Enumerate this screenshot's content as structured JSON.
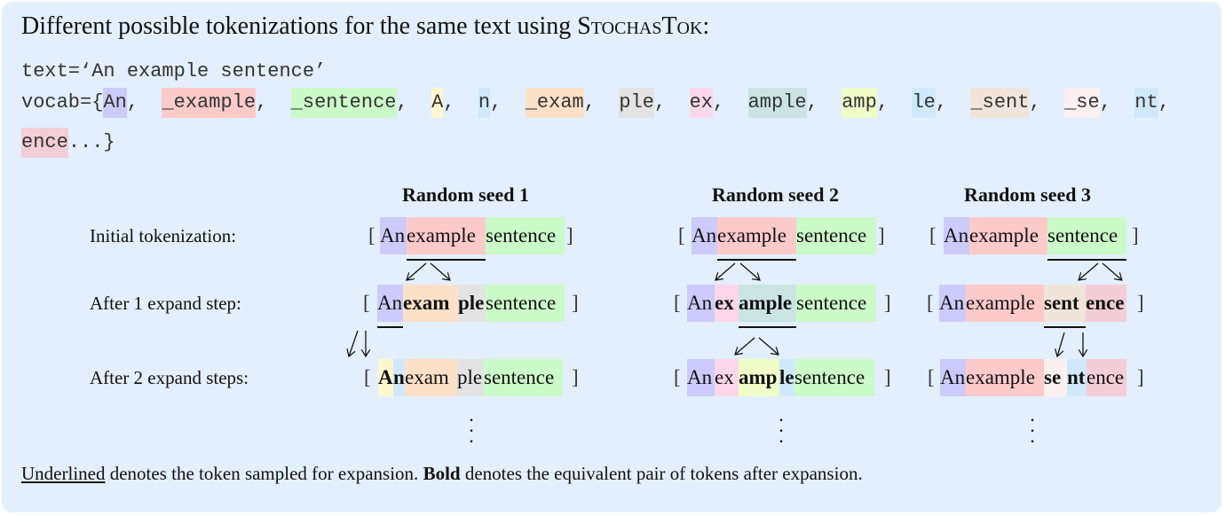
{
  "title": {
    "prefix": "Different possible tokenizations for the same text using ",
    "method": "StochasTok",
    "suffix": ":"
  },
  "code": {
    "text_line": "text=‘An example sentence’",
    "vocab_prefix": "vocab={",
    "vocab_suffix": "...}",
    "vocab": [
      {
        "token": "An",
        "color": "#cccbfb"
      },
      {
        "token": "_example",
        "color": "#fdcaca"
      },
      {
        "token": "_sentence",
        "color": "#cbfbc8"
      },
      {
        "token": "A",
        "color": "#fdf7cf"
      },
      {
        "token": "n",
        "color": "#cfe9fb"
      },
      {
        "token": "_exam",
        "color": "#fde0c8"
      },
      {
        "token": "ple",
        "color": "#e3e3e3"
      },
      {
        "token": "ex",
        "color": "#fcd7ea"
      },
      {
        "token": "ample",
        "color": "#cae3e3"
      },
      {
        "token": "amp",
        "color": "#effcc8"
      },
      {
        "token": "le",
        "color": "#cfe9fb"
      },
      {
        "token": "_sent",
        "color": "#f1e5db"
      },
      {
        "token": "_se",
        "color": "#fdf0f0"
      },
      {
        "token": "nt",
        "color": "#cfe9fb"
      },
      {
        "token": "ence",
        "color": "#f3cdd8"
      }
    ]
  },
  "row_labels": [
    "Initial tokenization:",
    "After 1 expand step:",
    "After 2 expand steps:"
  ],
  "seeds": [
    {
      "label": "Random seed 1",
      "rows": [
        {
          "tokens": [
            {
              "text": "An",
              "color": "#cccbfb"
            },
            {
              "text": "example",
              "color": "#fdcaca",
              "underlined": true
            },
            {
              "text": "sentence",
              "color": "#cbfbc8"
            }
          ]
        },
        {
          "tokens": [
            {
              "text": "An",
              "color": "#cccbfb",
              "underlined": true
            },
            {
              "text": "exam",
              "color": "#fde0c8",
              "bold": true
            },
            {
              "text": "ple",
              "color": "#e3e3e3",
              "bold": true
            },
            {
              "text": "sentence",
              "color": "#cbfbc8"
            }
          ]
        },
        {
          "tokens": [
            {
              "text": "A",
              "color": "#fdf7cf",
              "bold": true
            },
            {
              "text": "n",
              "color": "#cfe9fb",
              "bold": true
            },
            {
              "text": "exam",
              "color": "#fde0c8"
            },
            {
              "text": "ple",
              "color": "#e3e3e3"
            },
            {
              "text": "sentence",
              "color": "#cbfbc8"
            }
          ]
        }
      ]
    },
    {
      "label": "Random seed 2",
      "rows": [
        {
          "tokens": [
            {
              "text": "An",
              "color": "#cccbfb"
            },
            {
              "text": "example",
              "color": "#fdcaca",
              "underlined": true
            },
            {
              "text": "sentence",
              "color": "#cbfbc8"
            }
          ]
        },
        {
          "tokens": [
            {
              "text": "An",
              "color": "#cccbfb"
            },
            {
              "text": "ex",
              "color": "#fcd7ea",
              "bold": true
            },
            {
              "text": "ample",
              "color": "#cae3e3",
              "bold": true,
              "underlined": true
            },
            {
              "text": "sentence",
              "color": "#cbfbc8"
            }
          ]
        },
        {
          "tokens": [
            {
              "text": "An",
              "color": "#cccbfb"
            },
            {
              "text": "ex",
              "color": "#fcd7ea"
            },
            {
              "text": "amp",
              "color": "#effcc8",
              "bold": true
            },
            {
              "text": "le",
              "color": "#cfe9fb",
              "bold": true
            },
            {
              "text": "sentence",
              "color": "#cbfbc8"
            }
          ]
        }
      ]
    },
    {
      "label": "Random seed 3",
      "rows": [
        {
          "tokens": [
            {
              "text": "An",
              "color": "#cccbfb"
            },
            {
              "text": "example",
              "color": "#fdcaca"
            },
            {
              "text": "sentence",
              "color": "#cbfbc8",
              "underlined": true
            }
          ]
        },
        {
          "tokens": [
            {
              "text": "An",
              "color": "#cccbfb"
            },
            {
              "text": "example",
              "color": "#fdcaca"
            },
            {
              "text": "sent",
              "color": "#f1e5db",
              "bold": true,
              "underlined": true
            },
            {
              "text": "ence",
              "color": "#f3cdd8",
              "bold": true
            }
          ]
        },
        {
          "tokens": [
            {
              "text": "An",
              "color": "#cccbfb"
            },
            {
              "text": "example",
              "color": "#fdcaca"
            },
            {
              "text": "se",
              "color": "#fdf0f0",
              "bold": true
            },
            {
              "text": "nt",
              "color": "#cfe9fb",
              "bold": true
            },
            {
              "text": "ence",
              "color": "#f3cdd8"
            }
          ]
        }
      ]
    }
  ],
  "bracket_open": "[",
  "bracket_close": "]",
  "caption": {
    "underlined_word": "Underlined",
    "part1": " denotes the token sampled for expansion. ",
    "bold_word": "Bold",
    "part2": " denotes the equivalent pair of tokens after expansion."
  }
}
